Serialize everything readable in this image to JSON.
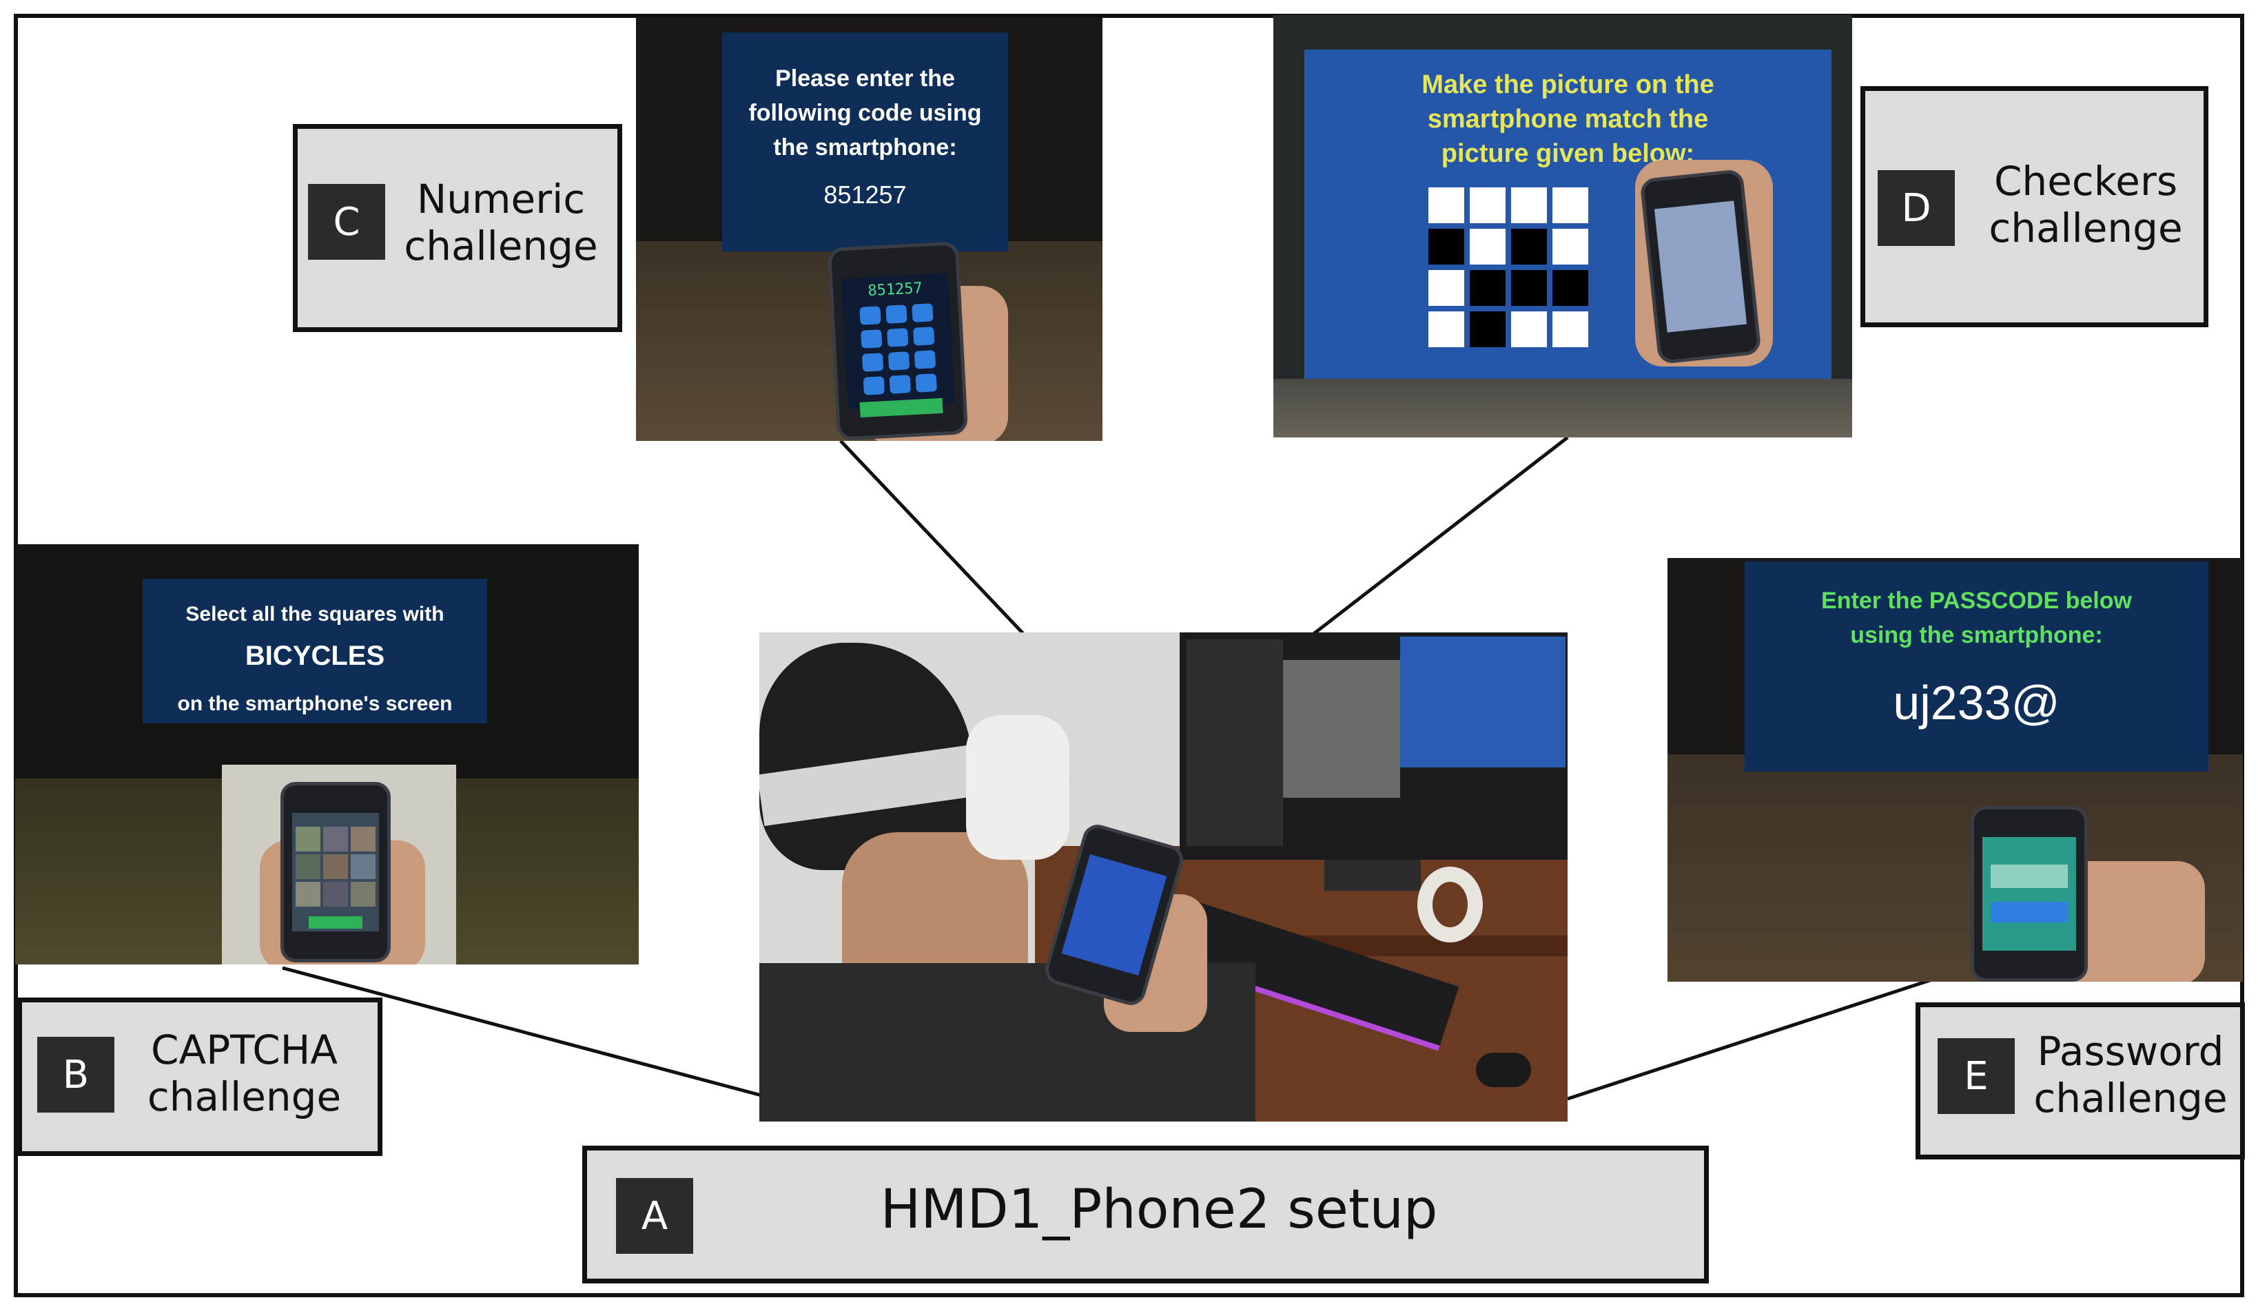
{
  "labels": {
    "a": {
      "letter": "A",
      "text": "HMD1_Phone2 setup"
    },
    "b": {
      "letter": "B",
      "line1": "CAPTCHA",
      "line2": "challenge"
    },
    "c": {
      "letter": "C",
      "line1": "Numeric",
      "line2": "challenge"
    },
    "d": {
      "letter": "D",
      "line1": "Checkers",
      "line2": "challenge"
    },
    "e": {
      "letter": "E",
      "line1": "Password",
      "line2": "challenge"
    }
  },
  "numeric": {
    "line1": "Please enter the",
    "line2": "following code using",
    "line3": "the smartphone:",
    "code": "851257",
    "phone_display": "851257"
  },
  "checkers": {
    "line1": "Make the picture on the",
    "line2": "smartphone match the",
    "line3": "picture given below:",
    "pattern": [
      [
        1,
        1,
        1,
        1
      ],
      [
        0,
        1,
        0,
        1
      ],
      [
        1,
        0,
        0,
        0
      ],
      [
        1,
        0,
        1,
        1
      ]
    ]
  },
  "captcha": {
    "line1": "Select all the squares with",
    "keyword": "BICYCLES",
    "line3": "on the smartphone's screen"
  },
  "password": {
    "line1": "Enter the PASSCODE below",
    "line2": "using the smartphone:",
    "code": "uj233@"
  },
  "colors": {
    "panel_navy": "#0e2d57",
    "checkers_yellow": "#e6e65a",
    "password_green": "#5fe05f",
    "label_gray": "#dcdcdc"
  }
}
